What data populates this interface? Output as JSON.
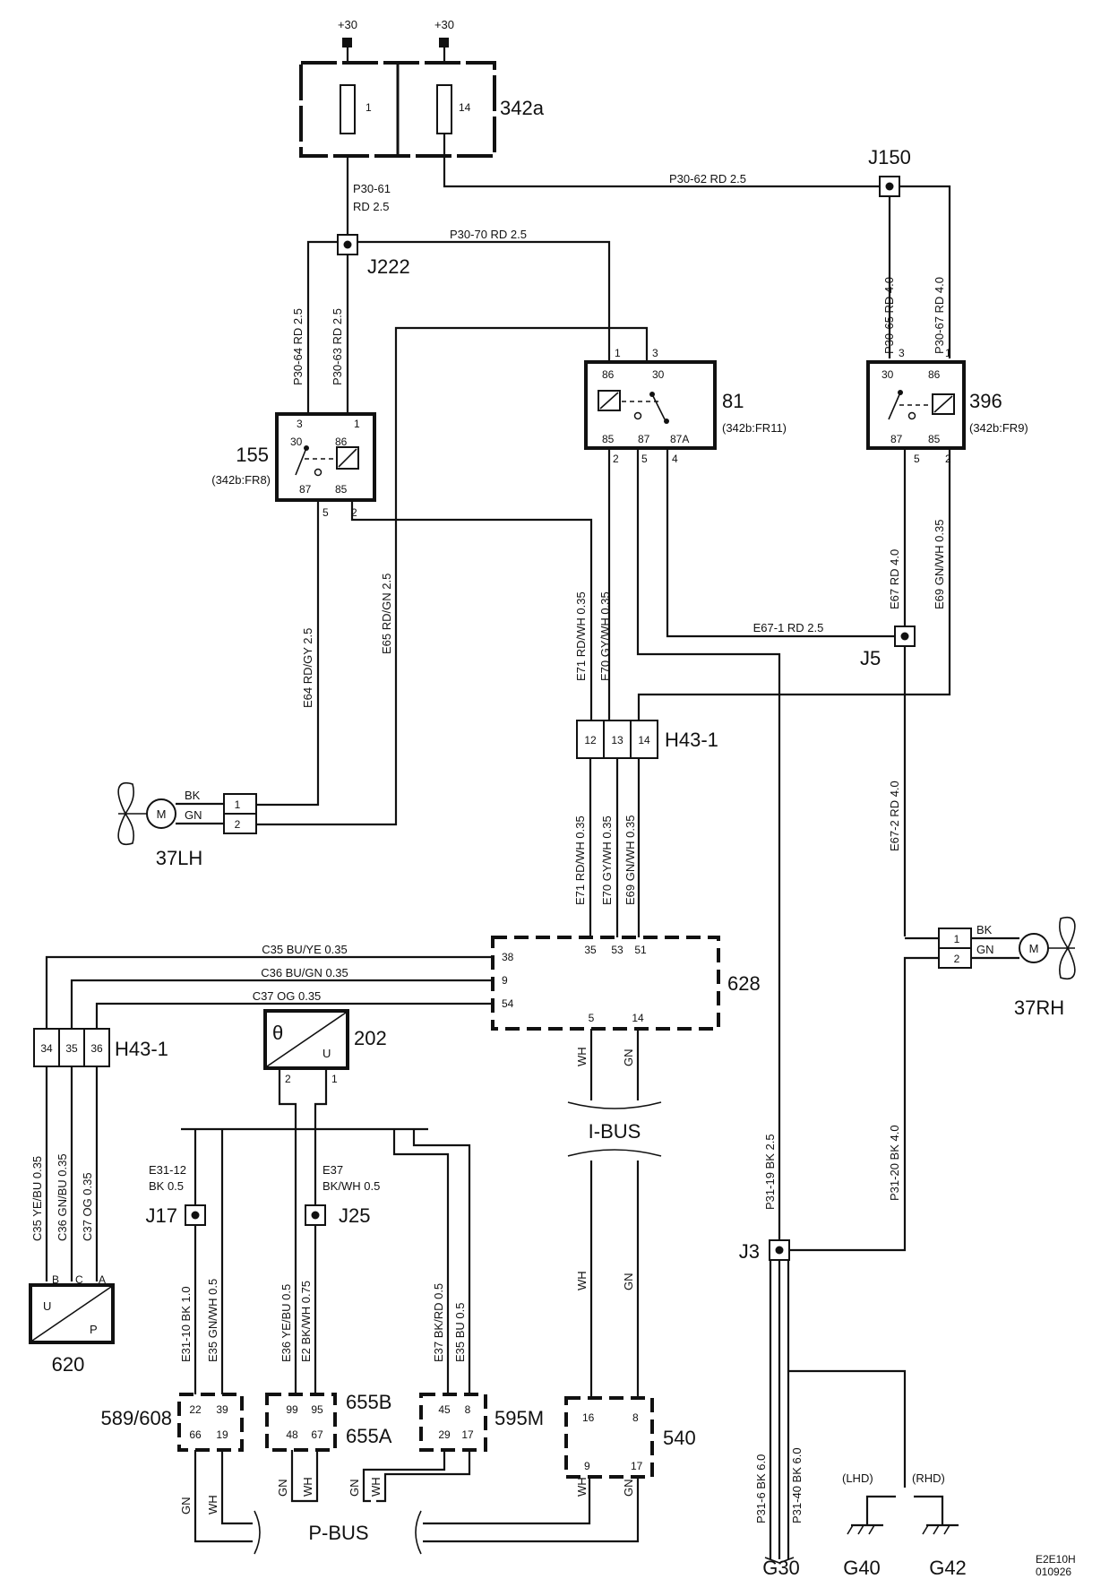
{
  "supply": {
    "plus30_a": "+30",
    "plus30_b": "+30"
  },
  "fusebox": {
    "name": "342a",
    "fuse1": "1",
    "fuse14": "14"
  },
  "splices": {
    "j150": "J150",
    "j222": "J222",
    "j5": "J5",
    "j3": "J3",
    "j17": "J17",
    "j25": "J25"
  },
  "wires": {
    "p30_61": "P30-61",
    "p30_61_spec": "RD  2.5",
    "p30_62": "P30-62  RD  2.5",
    "p30_70": "P30-70  RD  2.5",
    "p30_64": "P30-64  RD  2.5",
    "p30_63": "P30-63  RD  2.5",
    "p30_65": "P30-65  RD  4.0",
    "p30_67": "P30-67  RD  4.0",
    "e64": "E64  RD/GY  2.5",
    "e65": "E65  RD/GN  2.5",
    "e71_top": "E71  RD/WH  0.35",
    "e70_top": "E70  GY/WH  0.35",
    "e67": "E67  RD  4.0",
    "e69_top": "E69  GN/WH  0.35",
    "e67_1": "E67-1  RD  2.5",
    "e67_2": "E67-2  RD  4.0",
    "e71_bot": "E71  RD/WH  0.35",
    "e70_bot": "E70  GY/WH  0.35",
    "e69_bot": "E69  GN/WH  0.35",
    "c35": "C35  BU/YE  0.35",
    "c36": "C36  BU/GN  0.35",
    "c37": "C37  OG  0.35",
    "c35v": "C35  YE/BU  0.35",
    "c36v": "C36  GN/BU  0.35",
    "c37v": "C37  OG  0.35",
    "e31_12": "E31-12",
    "e31_12_spec": "BK  0.5",
    "e37": "E37",
    "e37_spec": "BK/WH  0.5",
    "e31_10": "E31-10  BK  1.0",
    "e35_a": "E35  GN/WH  0.5",
    "e36": "E36  YE/BU  0.5",
    "e2": "E2  BK/WH  0.75",
    "e37_b": "E37  BK/RD  0.5",
    "e35_b": "E35  BU  0.5",
    "p31_19": "P31-19  BK  2.5",
    "p31_20": "P31-20  BK  4.0",
    "p31_6": "P31-6  BK  6.0",
    "p31_40": "P31-40  BK  6.0",
    "wh": "WH",
    "gn": "GN",
    "bk": "BK"
  },
  "relays": {
    "r155": {
      "name": "155",
      "ref": "(342b:FR8)",
      "p30": "30",
      "p86": "86",
      "p87": "87",
      "p85": "85",
      "n3": "3",
      "n1": "1",
      "n5": "5",
      "n2": "2"
    },
    "r81": {
      "name": "81",
      "ref": "(342b:FR11)",
      "p86": "86",
      "p30": "30",
      "p85": "85",
      "p87": "87",
      "p87a": "87A",
      "n1": "1",
      "n3": "3",
      "n2": "2",
      "n5": "5",
      "n4": "4"
    },
    "r396": {
      "name": "396",
      "ref": "(342b:FR9)",
      "p30": "30",
      "p86": "86",
      "p87": "87",
      "p85": "85",
      "n3": "3",
      "n1": "1",
      "n5": "5",
      "n2": "2"
    }
  },
  "connectors": {
    "h43_top": {
      "name": "H43-1",
      "pins": [
        "12",
        "13",
        "14"
      ]
    },
    "h43_left": {
      "name": "H43-1",
      "pins": [
        "34",
        "35",
        "36"
      ]
    }
  },
  "fans": {
    "lh": "37LH",
    "rh": "37RH",
    "motor": "M",
    "pin1": "1",
    "pin2": "2"
  },
  "modules": {
    "m628": {
      "name": "628",
      "pins": [
        "38",
        "9",
        "54",
        "35",
        "53",
        "51",
        "5",
        "14"
      ]
    },
    "m202": {
      "name": "202",
      "theta": "θ",
      "u": "U",
      "p2": "2",
      "p1": "1"
    },
    "m620": {
      "name": "620",
      "u": "U",
      "p": "P",
      "pb": "B",
      "pc": "C",
      "pa": "A"
    },
    "m540": {
      "name": "540",
      "pins": [
        "16",
        "8",
        "9",
        "17"
      ]
    },
    "m589": {
      "name": "589/608",
      "pins": [
        "22",
        "39",
        "66",
        "19"
      ]
    },
    "m655": {
      "name_b": "655B",
      "name_a": "655A",
      "pins": [
        "99",
        "95",
        "48",
        "67"
      ]
    },
    "m595": {
      "name": "595M",
      "pins": [
        "45",
        "8",
        "29",
        "17"
      ]
    }
  },
  "buses": {
    "ibus": "I-BUS",
    "pbus": "P-BUS"
  },
  "grounds": {
    "g30": "G30",
    "g40": "G40",
    "g42": "G42",
    "lhd": "(LHD)",
    "rhd": "(RHD)"
  },
  "footer": {
    "code": "E2E10H",
    "date": "010926"
  }
}
